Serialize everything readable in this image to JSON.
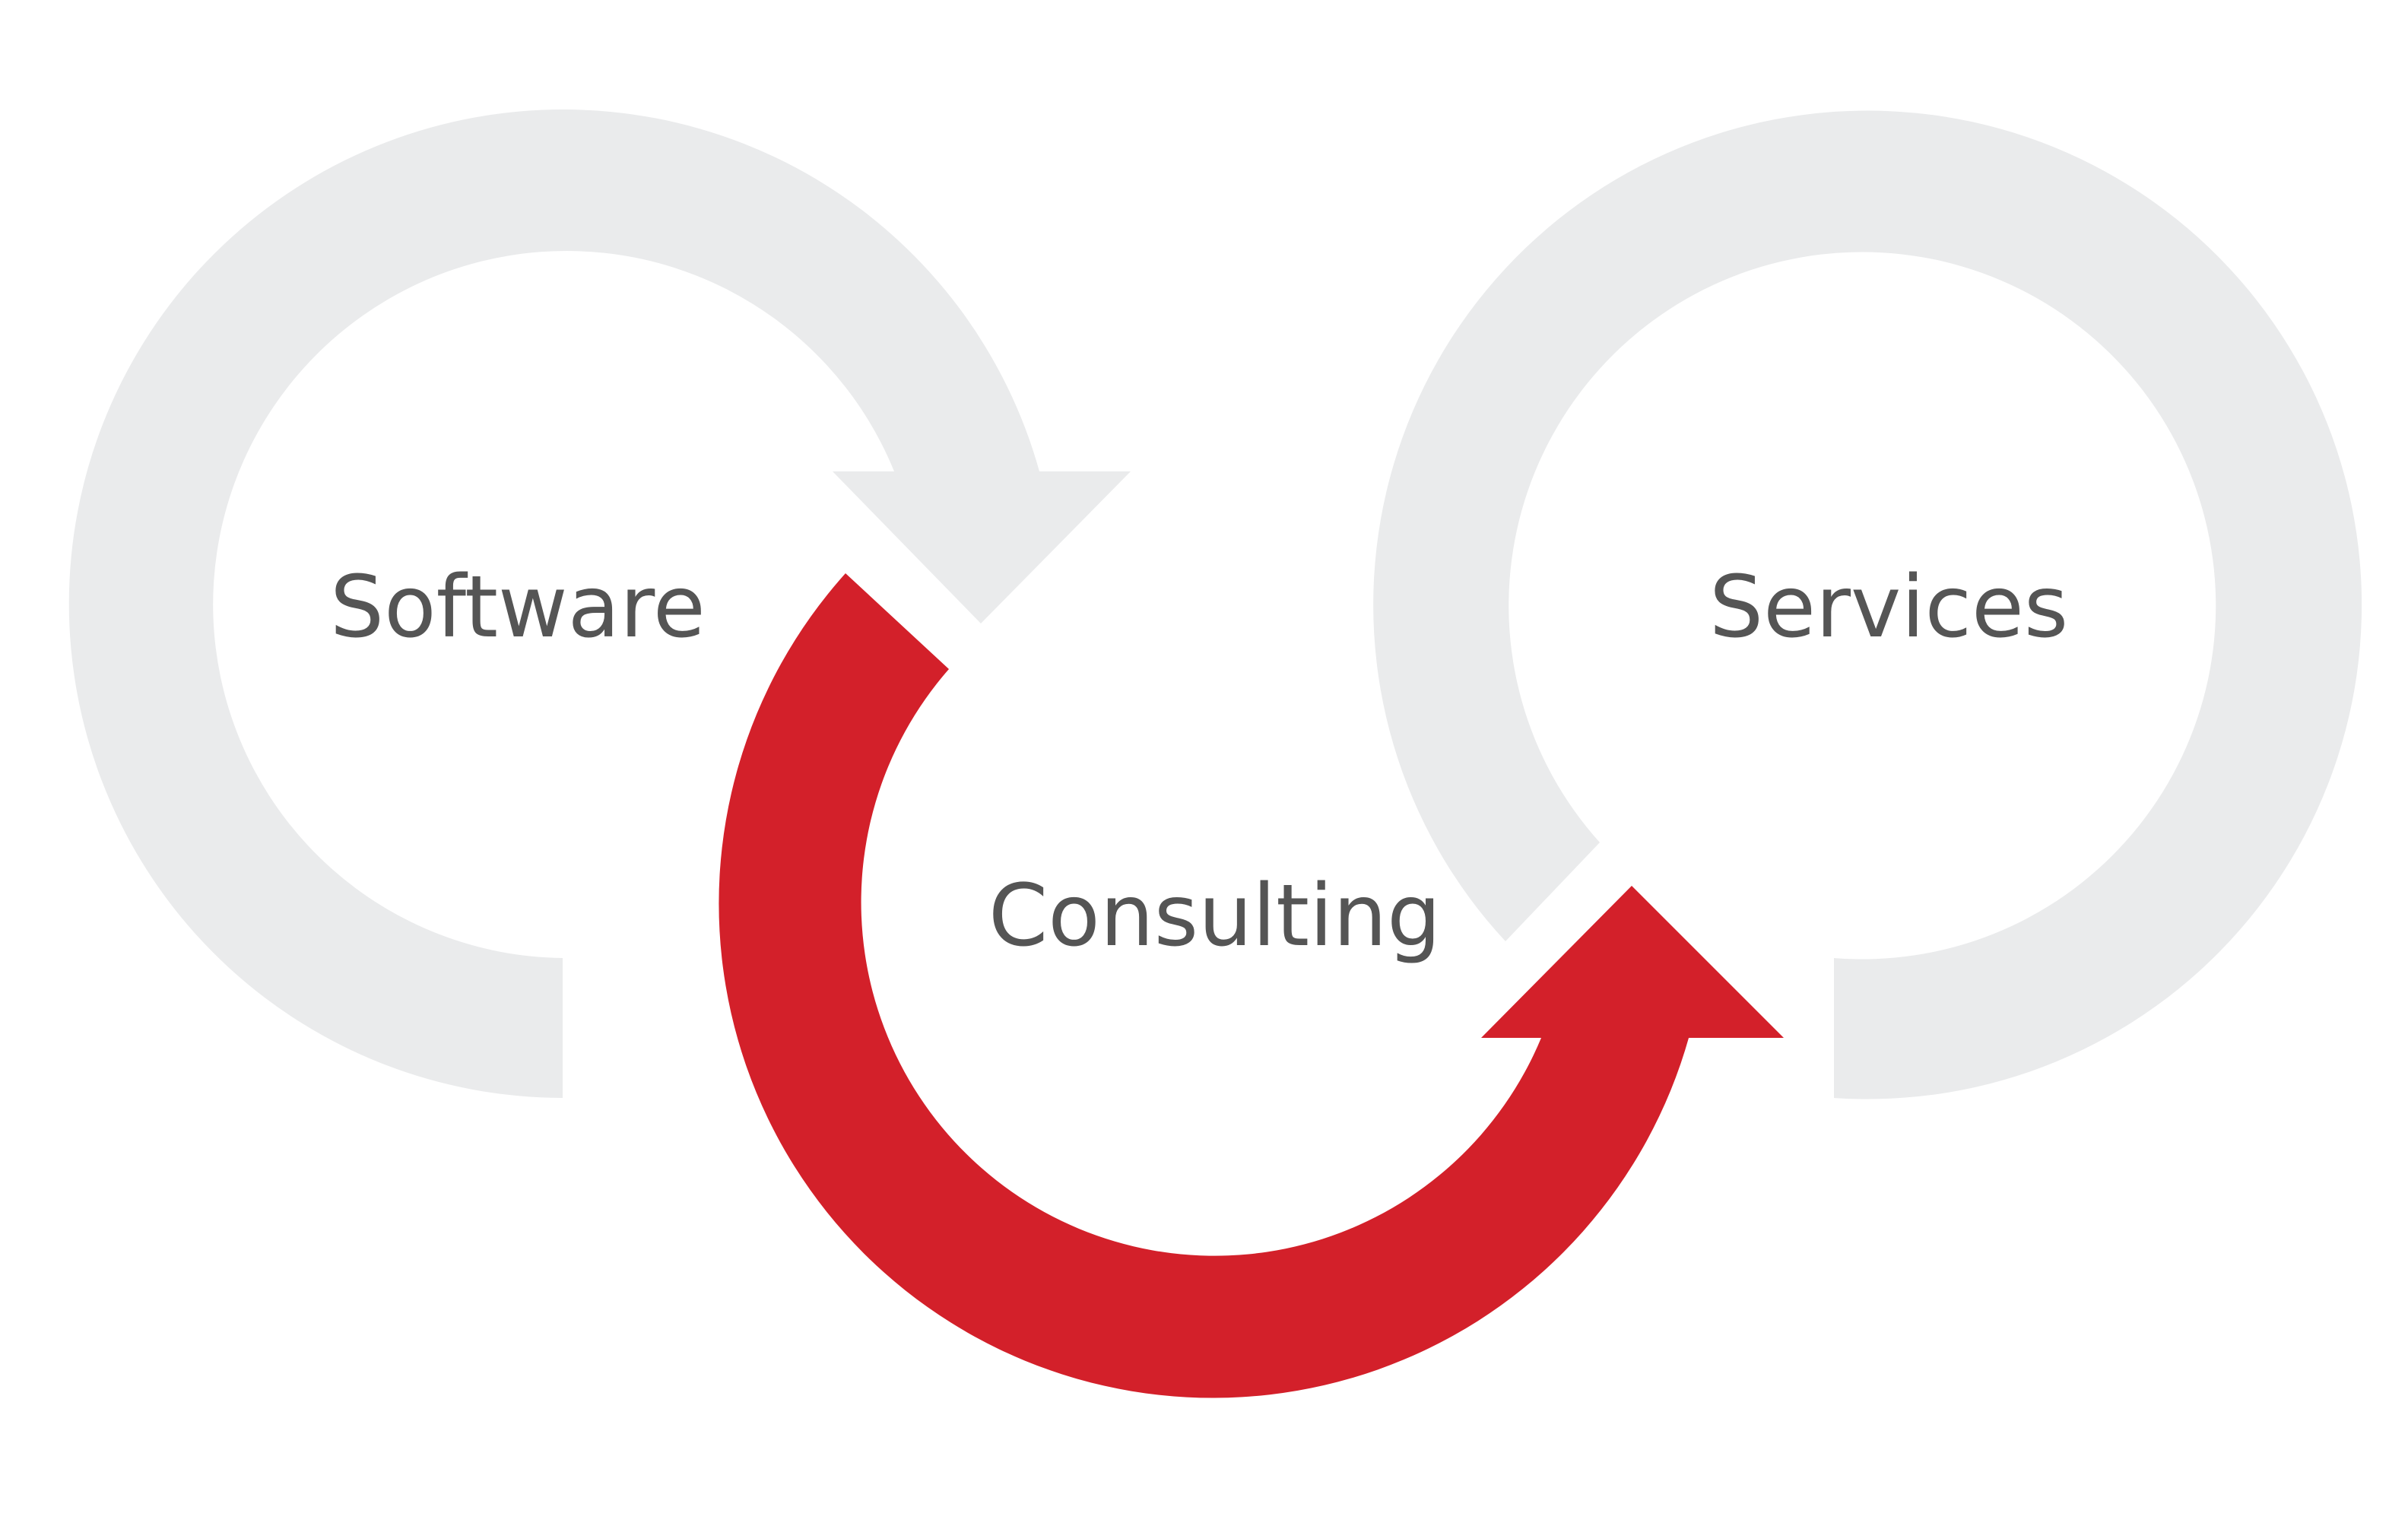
{
  "labels": {
    "software": "Software",
    "consulting": "Consulting",
    "services": "Services"
  },
  "colors": {
    "background": "#ffffff",
    "loop_gray": "#eaebec",
    "loop_red": "#d3202a",
    "text": "#555555"
  }
}
